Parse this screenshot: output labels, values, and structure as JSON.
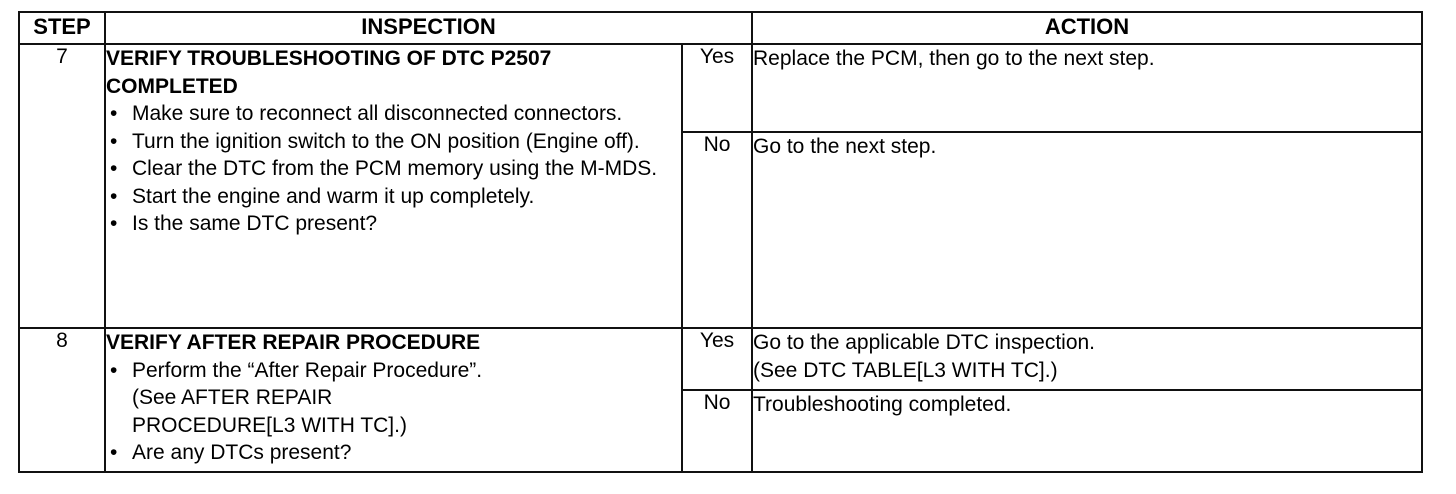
{
  "headers": {
    "step": "STEP",
    "inspection": "INSPECTION",
    "action": "ACTION"
  },
  "rows": [
    {
      "step": "7",
      "title_line1": "VERIFY TROUBLESHOOTING OF DTC P2507",
      "title_line2": "COMPLETED",
      "bullets": [
        "Make sure to reconnect all disconnected connectors.",
        "Turn the ignition switch to the ON position (Engine off).",
        "Clear the DTC from the PCM memory using the M-MDS.",
        "Start the engine and warm it up completely.",
        "Is the same DTC present?"
      ],
      "yes_label": "Yes",
      "yes_action": "Replace the PCM, then go to the next step.",
      "no_label": "No",
      "no_action": "Go to the next step."
    },
    {
      "step": "8",
      "title_line1": "VERIFY AFTER REPAIR PROCEDURE",
      "bullets": [
        "Perform the “After Repair Procedure”.",
        "Are any DTCs present?"
      ],
      "bullet_note_line1": " (See AFTER REPAIR",
      "bullet_note_line2": "PROCEDURE[L3 WITH TC].)",
      "yes_label": "Yes",
      "yes_action": "Go to the applicable DTC inspection.",
      "yes_action_note": " (See DTC TABLE[L3 WITH TC].)",
      "no_label": "No",
      "no_action": "Troubleshooting completed."
    }
  ],
  "bullet_glyph": "•"
}
